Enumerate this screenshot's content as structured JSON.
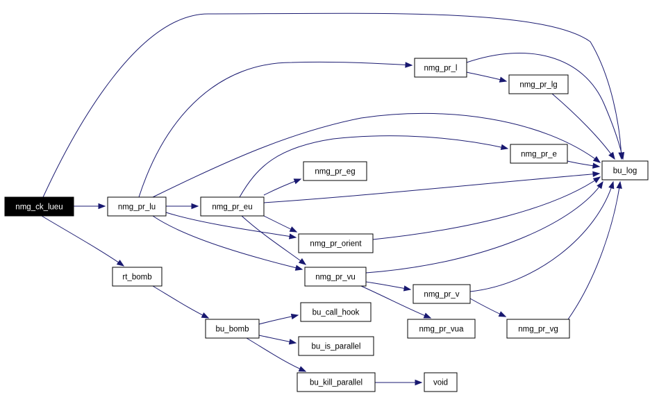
{
  "graph": {
    "nodes": [
      {
        "id": "nmg_ck_lueu",
        "label": "nmg_ck_lueu",
        "root": true
      },
      {
        "id": "nmg_pr_lu",
        "label": "nmg_pr_lu"
      },
      {
        "id": "rt_bomb",
        "label": "rt_bomb"
      },
      {
        "id": "nmg_pr_eu",
        "label": "nmg_pr_eu"
      },
      {
        "id": "bu_bomb",
        "label": "bu_bomb"
      },
      {
        "id": "nmg_pr_l",
        "label": "nmg_pr_l"
      },
      {
        "id": "nmg_pr_eg",
        "label": "nmg_pr_eg"
      },
      {
        "id": "nmg_pr_orient",
        "label": "nmg_pr_orient"
      },
      {
        "id": "nmg_pr_vu",
        "label": "nmg_pr_vu"
      },
      {
        "id": "bu_call_hook",
        "label": "bu_call_hook"
      },
      {
        "id": "bu_is_parallel",
        "label": "bu_is_parallel"
      },
      {
        "id": "bu_kill_parallel",
        "label": "bu_kill_parallel"
      },
      {
        "id": "nmg_pr_lg",
        "label": "nmg_pr_lg"
      },
      {
        "id": "nmg_pr_e",
        "label": "nmg_pr_e"
      },
      {
        "id": "nmg_pr_v",
        "label": "nmg_pr_v"
      },
      {
        "id": "nmg_pr_vua",
        "label": "nmg_pr_vua"
      },
      {
        "id": "void",
        "label": "void"
      },
      {
        "id": "nmg_pr_vg",
        "label": "nmg_pr_vg"
      },
      {
        "id": "bu_log",
        "label": "bu_log"
      }
    ],
    "edges": [
      {
        "from": "nmg_ck_lueu",
        "to": "bu_log"
      },
      {
        "from": "nmg_ck_lueu",
        "to": "nmg_pr_lu"
      },
      {
        "from": "nmg_ck_lueu",
        "to": "rt_bomb"
      },
      {
        "from": "nmg_pr_lu",
        "to": "nmg_pr_l"
      },
      {
        "from": "nmg_pr_lu",
        "to": "bu_log"
      },
      {
        "from": "nmg_pr_lu",
        "to": "nmg_pr_eu"
      },
      {
        "from": "nmg_pr_lu",
        "to": "nmg_pr_orient"
      },
      {
        "from": "nmg_pr_lu",
        "to": "nmg_pr_vu"
      },
      {
        "from": "nmg_pr_l",
        "to": "bu_log"
      },
      {
        "from": "nmg_pr_l",
        "to": "nmg_pr_lg"
      },
      {
        "from": "nmg_pr_lg",
        "to": "bu_log"
      },
      {
        "from": "nmg_pr_eu",
        "to": "nmg_pr_e"
      },
      {
        "from": "nmg_pr_eu",
        "to": "nmg_pr_eg"
      },
      {
        "from": "nmg_pr_eu",
        "to": "bu_log"
      },
      {
        "from": "nmg_pr_eu",
        "to": "nmg_pr_orient"
      },
      {
        "from": "nmg_pr_eu",
        "to": "nmg_pr_vu"
      },
      {
        "from": "nmg_pr_e",
        "to": "bu_log"
      },
      {
        "from": "nmg_pr_orient",
        "to": "bu_log"
      },
      {
        "from": "nmg_pr_vu",
        "to": "bu_log"
      },
      {
        "from": "nmg_pr_vu",
        "to": "nmg_pr_v"
      },
      {
        "from": "nmg_pr_vu",
        "to": "nmg_pr_vua"
      },
      {
        "from": "nmg_pr_v",
        "to": "bu_log"
      },
      {
        "from": "nmg_pr_v",
        "to": "nmg_pr_vg"
      },
      {
        "from": "nmg_pr_vg",
        "to": "bu_log"
      },
      {
        "from": "rt_bomb",
        "to": "bu_bomb"
      },
      {
        "from": "bu_bomb",
        "to": "bu_call_hook"
      },
      {
        "from": "bu_bomb",
        "to": "bu_is_parallel"
      },
      {
        "from": "bu_bomb",
        "to": "bu_kill_parallel"
      },
      {
        "from": "bu_kill_parallel",
        "to": "void"
      }
    ],
    "colors": {
      "edge": "#191970",
      "node_border": "#000000",
      "root_fill": "#000000",
      "root_text": "#ffffff"
    }
  }
}
